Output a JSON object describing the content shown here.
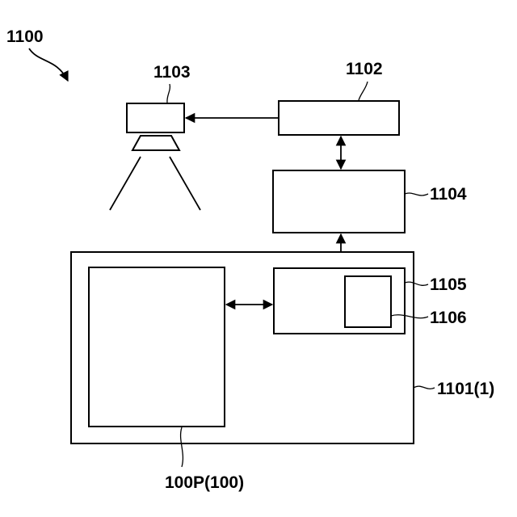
{
  "labels": {
    "system": "1100",
    "camera": "1103",
    "controller": "1102",
    "unit_1104": "1104",
    "unit_1105": "1105",
    "unit_1106": "1106",
    "device": "1101(1)",
    "panel": "100P(100)"
  }
}
